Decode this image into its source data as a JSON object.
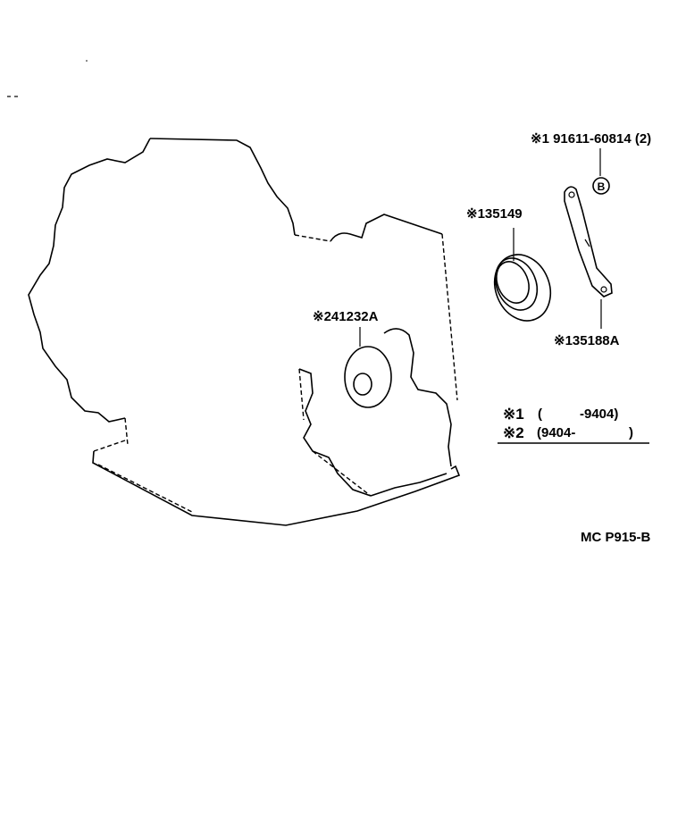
{
  "labels": {
    "bolt": "※1 91611-60814 (2)",
    "bolt_ref": "B",
    "seal": "※135149",
    "bracket": "※135188A",
    "plug": "※241232A"
  },
  "legend": {
    "row1_mark": "※1",
    "row1_open": "(",
    "row1_range": "-9404)",
    "row2_mark": "※2",
    "row2_range": "(9404-",
    "row2_close": ")"
  },
  "figure_code": "MC P915-B"
}
